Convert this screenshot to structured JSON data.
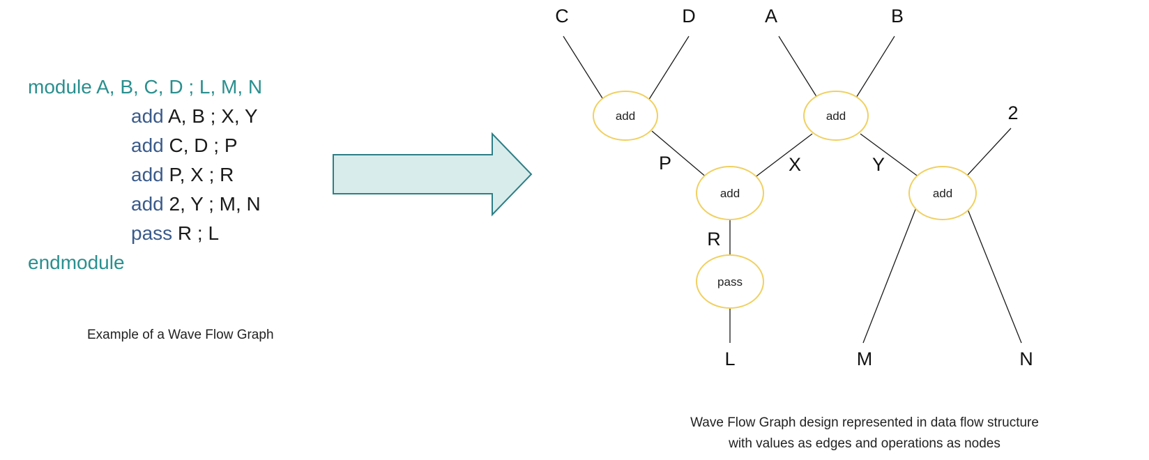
{
  "code": {
    "header_kw": "module",
    "header_args": " A, B, C, D ; L, M, N",
    "lines": [
      {
        "op": "add",
        "args": " A, B ; X, Y"
      },
      {
        "op": "add",
        "args": " C, D ; P"
      },
      {
        "op": "add",
        "args": " P, X ; R"
      },
      {
        "op": "add",
        "args": " 2, Y ; M, N"
      },
      {
        "op": "pass",
        "args": " R ; L"
      }
    ],
    "footer_kw": "endmodule"
  },
  "caption_left": "Example of a Wave Flow Graph",
  "caption_right_line1": "Wave Flow Graph design represented in data flow structure",
  "caption_right_line2": "with values as edges and operations as nodes",
  "graph": {
    "nodes": [
      {
        "id": "n1",
        "label": "add"
      },
      {
        "id": "n2",
        "label": "add"
      },
      {
        "id": "n3",
        "label": "add"
      },
      {
        "id": "n4",
        "label": "add"
      },
      {
        "id": "n5",
        "label": "pass"
      }
    ],
    "edge_labels": [
      "C",
      "D",
      "A",
      "B",
      "2",
      "P",
      "X",
      "Y",
      "R",
      "L",
      "M",
      "N"
    ]
  },
  "colors": {
    "keyword_teal": "#2a8f8f",
    "keyword_blue": "#3a5a8a",
    "node_outline": "#f0d060",
    "arrow_fill": "#d8ecec",
    "arrow_stroke": "#2e7e85"
  }
}
